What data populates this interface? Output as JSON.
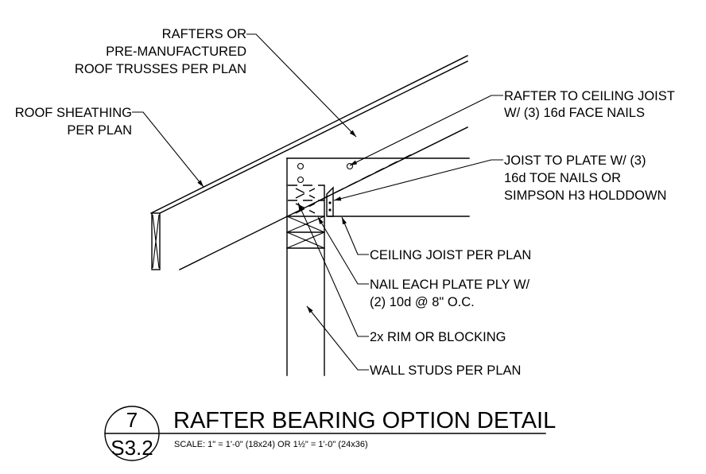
{
  "detail": {
    "number": "7",
    "sheet": "S3.2",
    "title": "RAFTER BEARING OPTION DETAIL",
    "scale": "SCALE: 1\" = 1'-0\" (18x24) OR 1½\" = 1'-0\" (24x36)"
  },
  "callouts": {
    "rafters": [
      "RAFTERS OR",
      "PRE-MANUFACTURED",
      "ROOF TRUSSES PER PLAN"
    ],
    "sheathing": [
      "ROOF SHEATHING",
      "PER PLAN"
    ],
    "rafter_to_joist": [
      "RAFTER TO CEILING JOIST",
      "W/ (3) 16d FACE NAILS"
    ],
    "joist_to_plate": [
      "JOIST TO PLATE W/ (3)",
      "16d TOE NAILS OR",
      "SIMPSON H3 HOLDDOWN"
    ],
    "ceiling_joist": [
      "CEILING JOIST PER PLAN"
    ],
    "plate_nailing": [
      "NAIL EACH PLATE PLY W/",
      "(2) 10d @ 8\" O.C."
    ],
    "rim": [
      "2x RIM OR BLOCKING"
    ],
    "studs": [
      "WALL STUDS PER PLAN"
    ]
  }
}
